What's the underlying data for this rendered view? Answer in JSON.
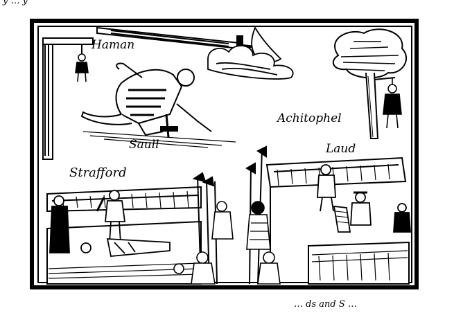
{
  "labels": {
    "haman": "Haman",
    "saull": "Saull",
    "achitophel": "Achitophel",
    "strafford": "Strafford",
    "laud": "Laud"
  },
  "scraps": {
    "top": "y … y",
    "bottom": "… ds and S …"
  },
  "colors": {
    "ink": "#000000",
    "paper": "#ffffff"
  }
}
